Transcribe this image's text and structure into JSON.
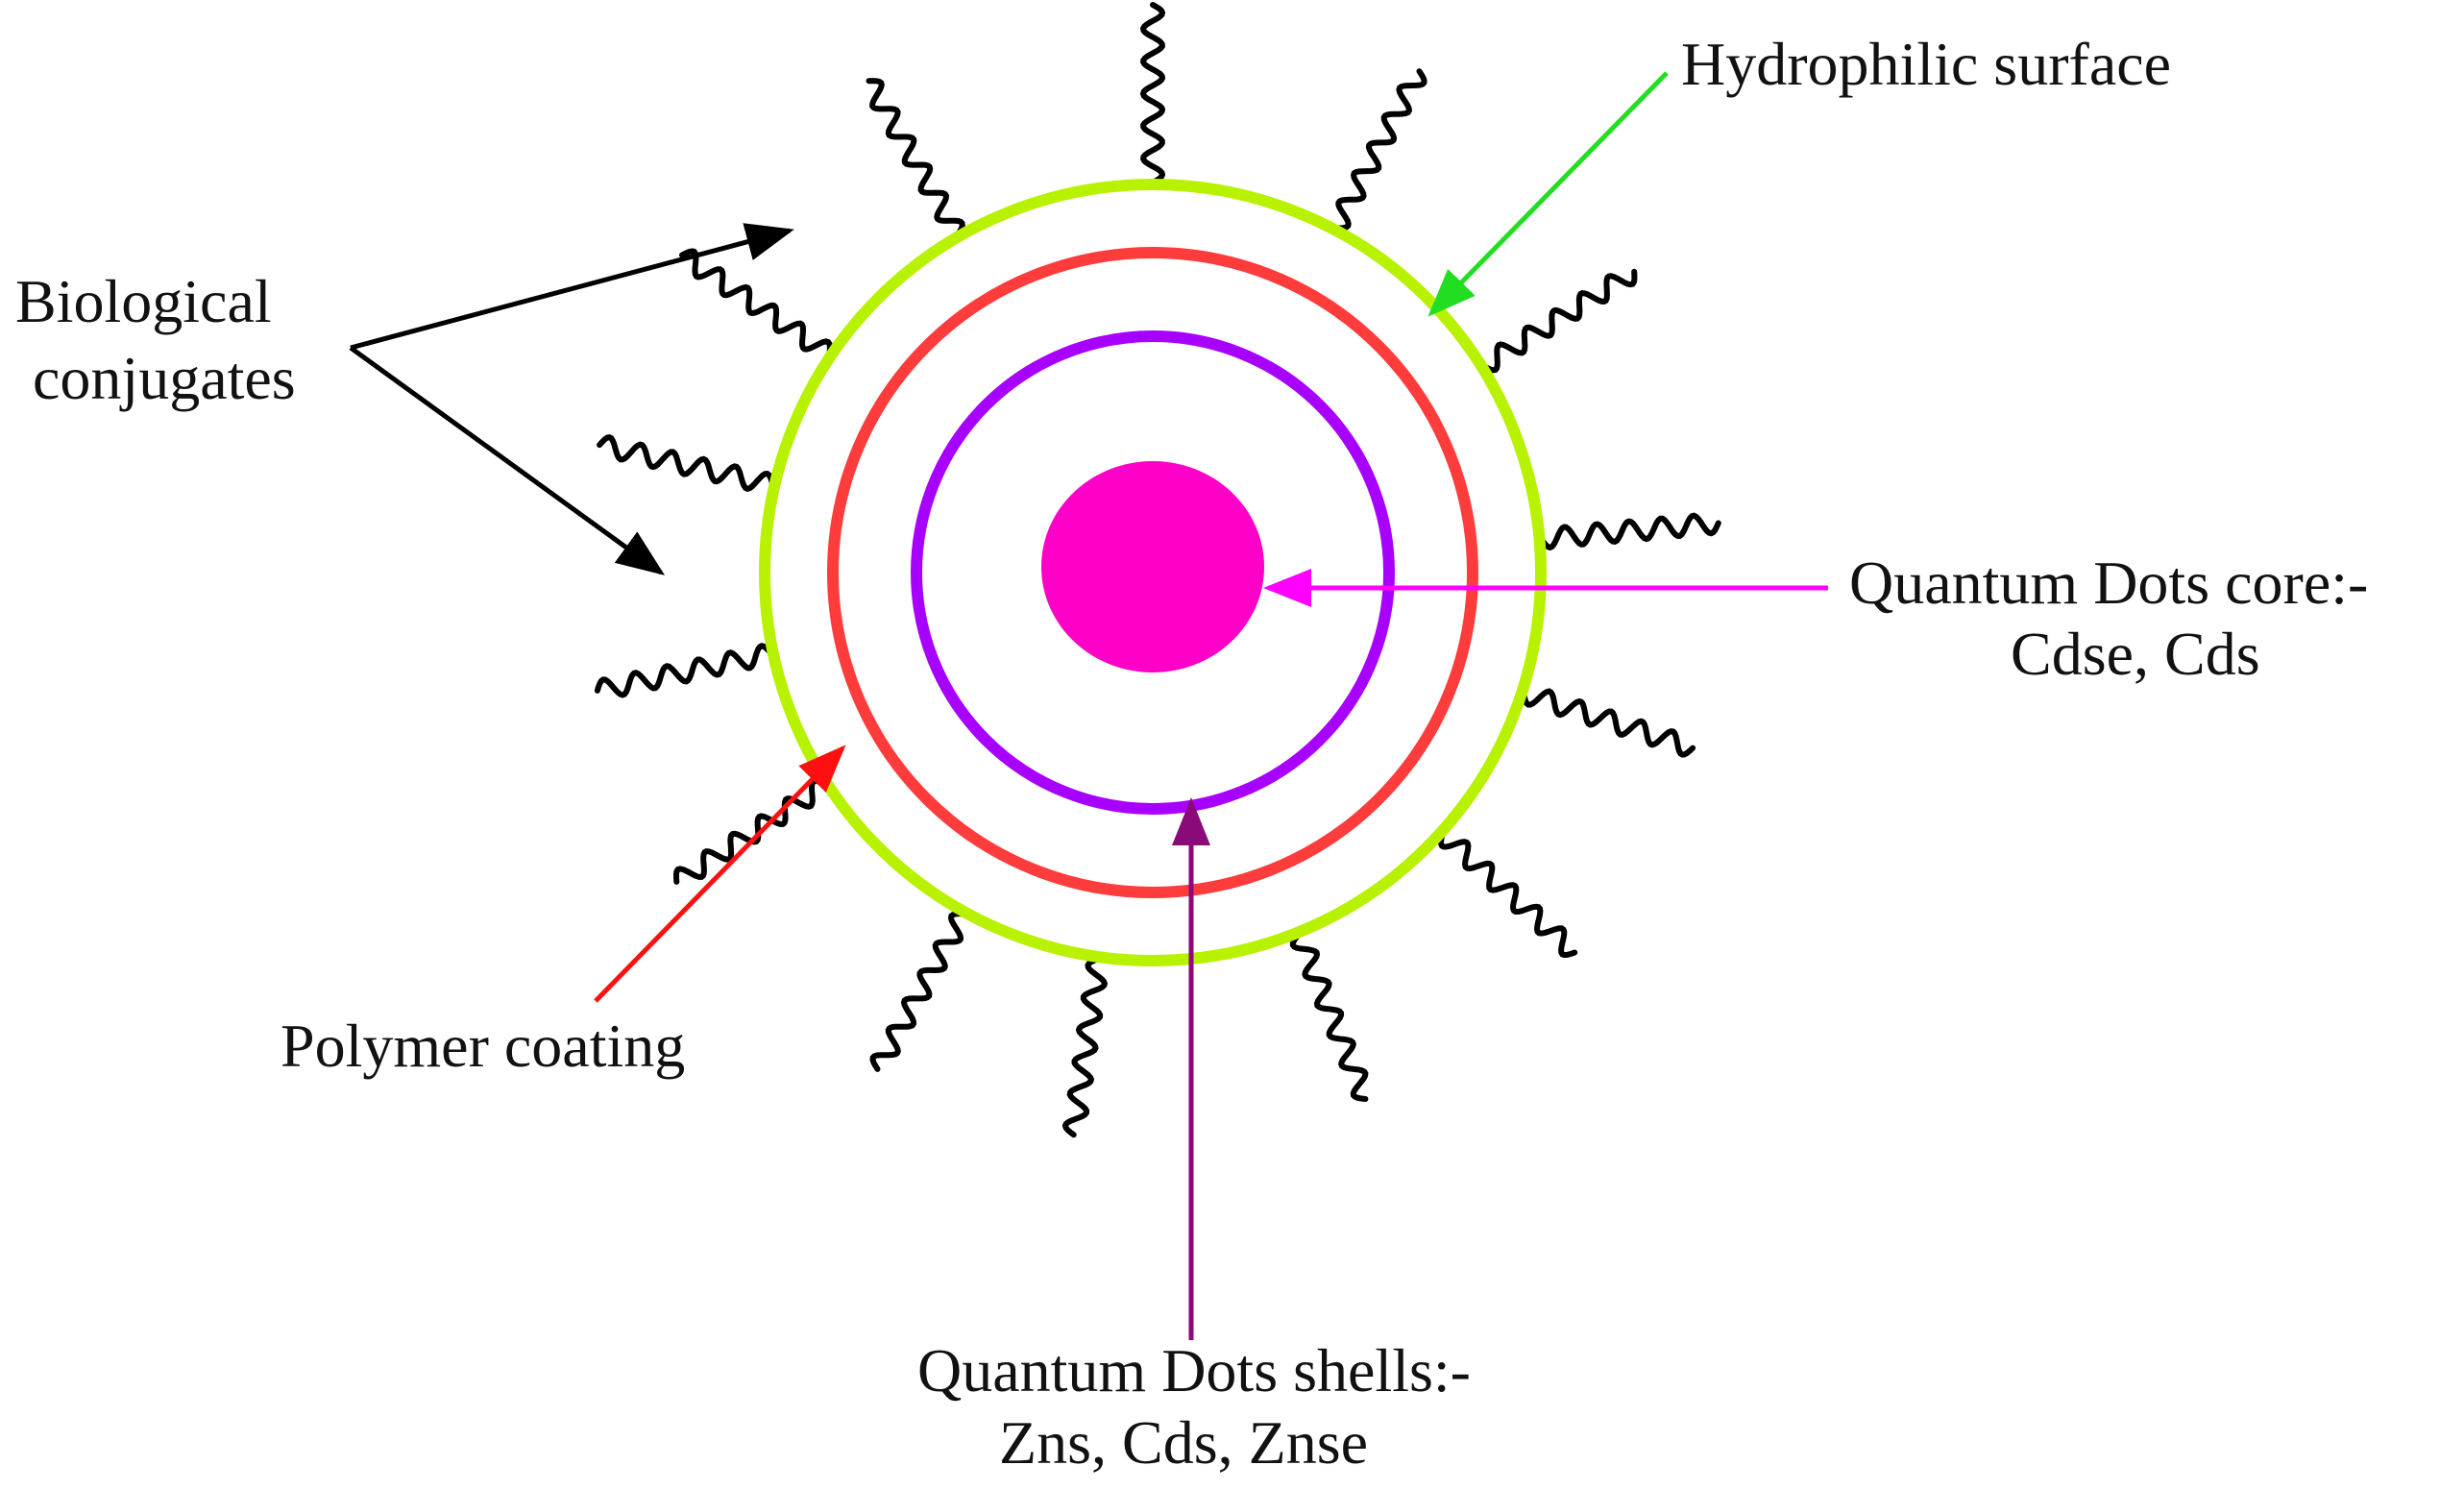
{
  "labels": {
    "hydrophilic": "Hydrophilic surface",
    "bio_line1": "Biological",
    "bio_line2": "conjugates",
    "core_line1": "Quantum Dots core:-",
    "core_line2": "Cdse, Cds",
    "polymer": "Polymer coating",
    "shells_line1": "Quantum Dots shells:-",
    "shells_line2": "Zns, Cds, Znse"
  },
  "colors": {
    "hydrophilic_ring": "#b8f200",
    "polymer_ring": "#ff3c3c",
    "shell_ring": "#a800ff",
    "core": "#ff00c8",
    "hydrophilic_arrow": "#22dd22",
    "core_arrow": "#ff00ff",
    "polymer_arrow": "#ff1010",
    "shells_arrow": "#8b0a7a",
    "conjugate_arrow": "#000000",
    "conjugate_squiggle": "#000000"
  }
}
